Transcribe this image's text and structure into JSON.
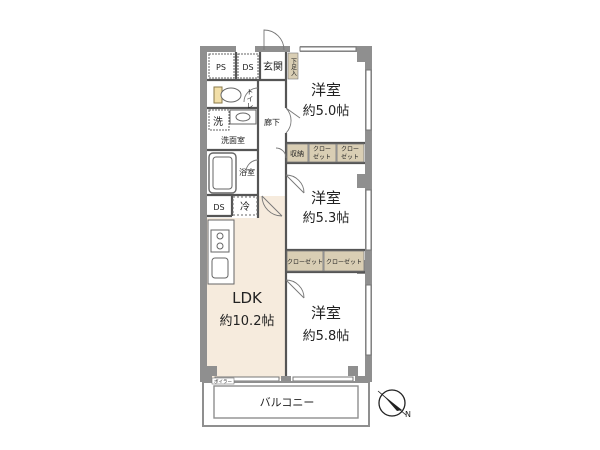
{
  "rooms": {
    "western_room_1": {
      "name": "洋室",
      "size": "約5.0帖"
    },
    "western_room_2": {
      "name": "洋室",
      "size": "約5.3帖"
    },
    "western_room_3": {
      "name": "洋室",
      "size": "約5.8帖"
    },
    "ldk": {
      "name": "LDK",
      "size": "約10.2帖"
    }
  },
  "labels": {
    "ps": "PS",
    "ds_top": "DS",
    "ds_mid": "DS",
    "genkan": "玄関",
    "geta": "下足入",
    "toilet": "トイレ",
    "wash": "洗",
    "senmenshitsu": "洗面室",
    "rouka": "廊下",
    "yokushitsu": "浴室",
    "rei": "冷",
    "shuno": "収納",
    "closet_a": "クロー\nゼット",
    "closet_b": "クロー\nゼット",
    "closet_c": "クローゼット",
    "closet_d": "クローゼット",
    "balcony": "バルコニー",
    "boiler": "ボイラー",
    "compass": "N"
  },
  "colors": {
    "wall": "#8f8f8f",
    "wall_dark": "#6e6e6e",
    "floor_wood": "#f6ebdd",
    "floor_room": "#ffffff",
    "floor_tile": "#ffffff",
    "storage": "#d9ceb4",
    "line": "#555555"
  }
}
